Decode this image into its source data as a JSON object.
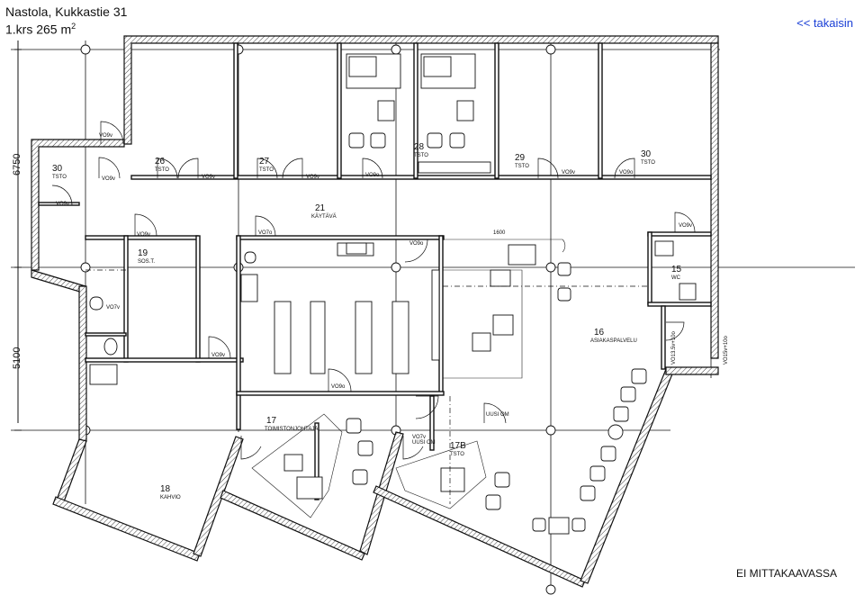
{
  "header": {
    "title_line1": "Nastola, Kukkastie 31",
    "title_line2_prefix": "1.krs 265 m",
    "title_line2_sup": "2",
    "back_link": "<< takaisin"
  },
  "footer": {
    "scale_note": "EI MITTAKAAVASSA"
  },
  "dimensions": {
    "upper": "6750",
    "lower": "5100"
  },
  "rooms": {
    "r26": {
      "num": "26",
      "name": "TSTO"
    },
    "r27": {
      "num": "27",
      "name": "TSTO"
    },
    "r28": {
      "num": "28",
      "name": "TSTO"
    },
    "r29": {
      "num": "29",
      "name": "TSTO"
    },
    "r30a": {
      "num": "30",
      "name": "TSTO"
    },
    "r30b": {
      "num": "30",
      "name": "TSTO"
    },
    "r21": {
      "num": "21",
      "name": "KÄYTÄVÄ"
    },
    "r19": {
      "num": "19",
      "name": "SOS.T."
    },
    "r15": {
      "num": "15",
      "name": "WC"
    },
    "r16": {
      "num": "16",
      "name": "ASIAKASPALVELU"
    },
    "r17": {
      "num": "17",
      "name": "TOIMISTONJOHTAJA"
    },
    "r17b": {
      "num": "17B",
      "name": "TSTO"
    },
    "r18": {
      "num": "18",
      "name": "KAHVIO"
    }
  },
  "door_codes": {
    "vo9v": "VO9v",
    "vo9o": "VO9o",
    "vo7v": "VO7v",
    "vo7o": "VO7o",
    "vo7a": "VO7a",
    "uusi_om": "UUSI OM",
    "vo5v10o": "VO13.5v+10o",
    "vo5v10b": "VO15v+10o",
    "m2": "m²",
    "w1600": "1600"
  }
}
